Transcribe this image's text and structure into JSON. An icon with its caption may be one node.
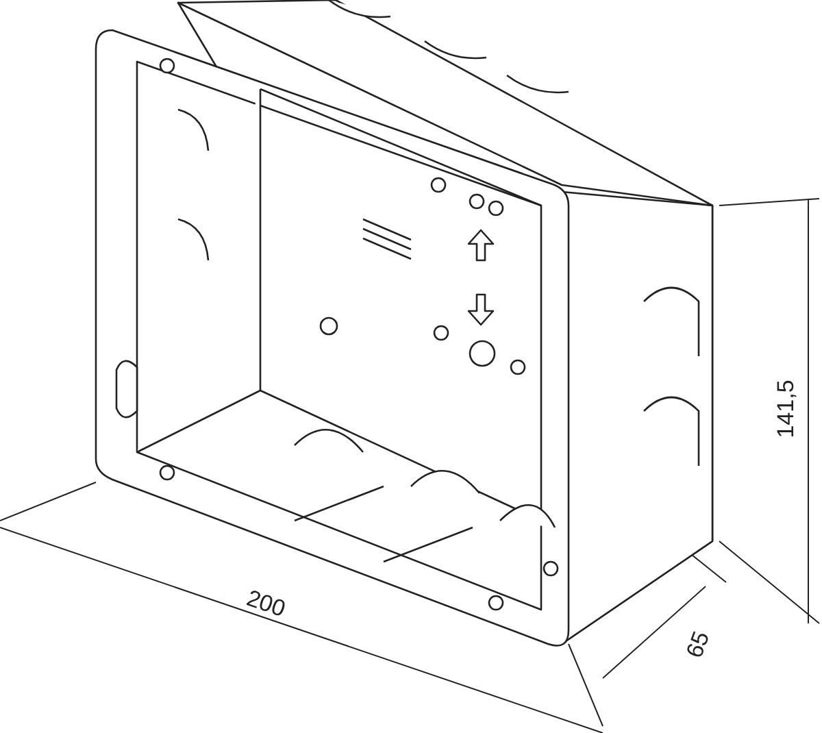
{
  "diagram": {
    "labels": [
      "141,5",
      "200",
      "65"
    ]
  }
}
